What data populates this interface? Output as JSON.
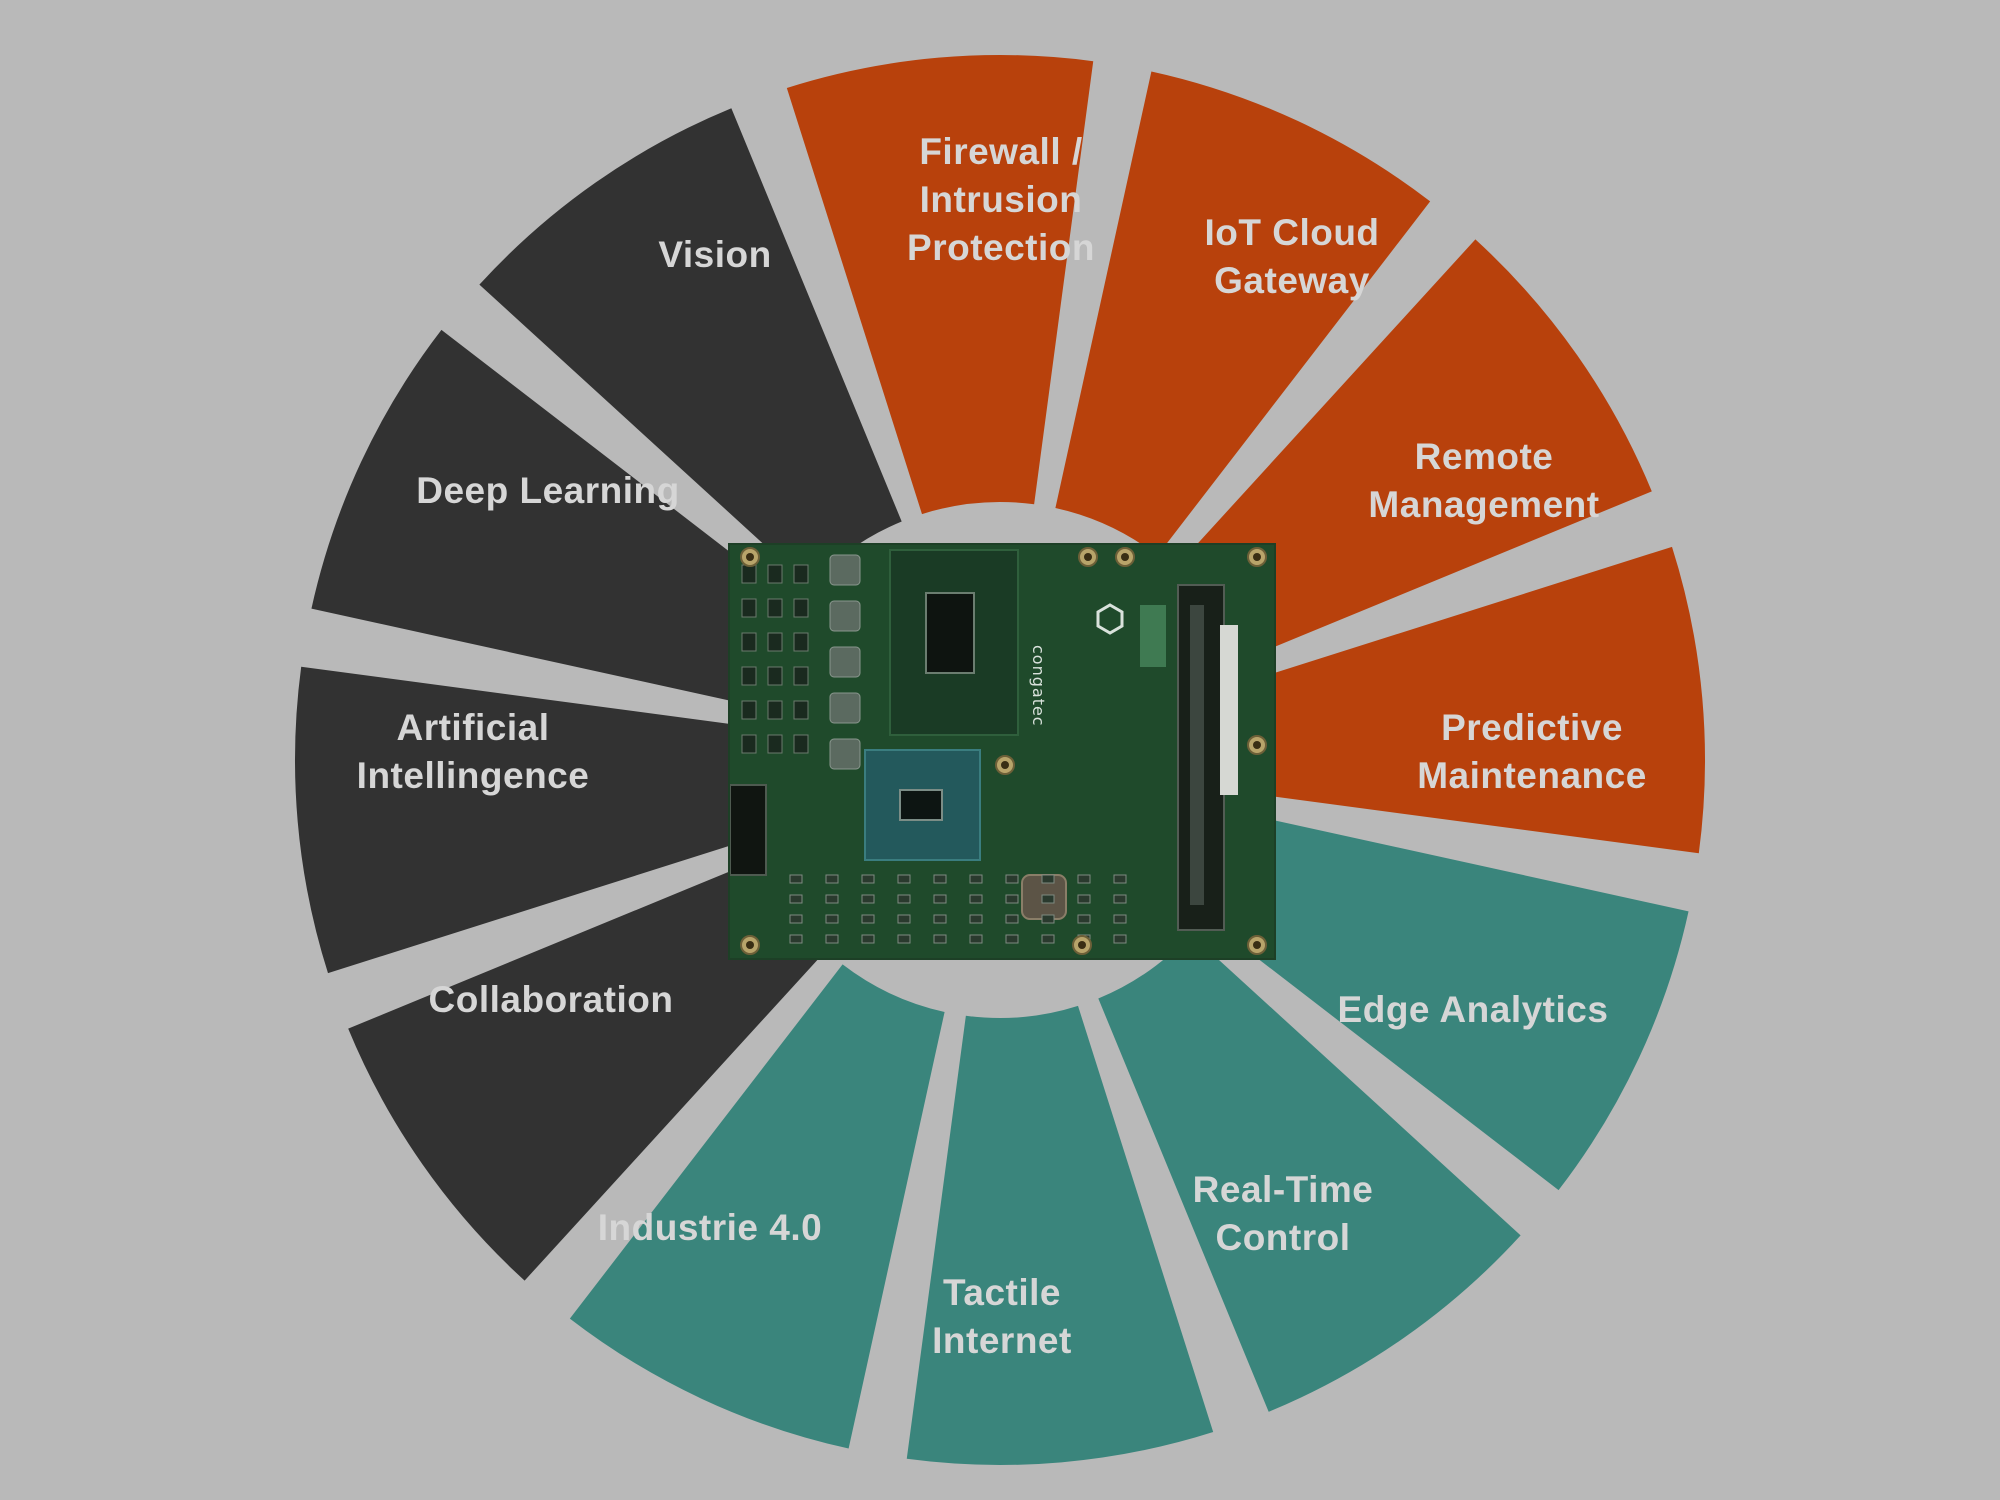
{
  "colors": {
    "background": "#b9b9b9",
    "dark_group": "#323232",
    "orange_group": "#b8410c",
    "teal_group": "#3a857c",
    "label_text": "#d6d6d6"
  },
  "segments": [
    {
      "id": "vision",
      "label": "Vision",
      "group": "dark"
    },
    {
      "id": "firewall",
      "label": "Firewall /\nIntrusion\nProtection",
      "group": "orange"
    },
    {
      "id": "iot-cloud",
      "label": "IoT Cloud\nGateway",
      "group": "orange"
    },
    {
      "id": "remote-management",
      "label": "Remote\nManagement",
      "group": "orange"
    },
    {
      "id": "predictive-maintenance",
      "label": "Predictive\nMaintenance",
      "group": "orange"
    },
    {
      "id": "edge-analytics",
      "label": "Edge Analytics",
      "group": "teal"
    },
    {
      "id": "real-time-control",
      "label": "Real-Time\nControl",
      "group": "teal"
    },
    {
      "id": "tactile-internet",
      "label": "Tactile\nInternet",
      "group": "teal"
    },
    {
      "id": "industrie",
      "label": "Industrie 4.0",
      "group": "teal"
    },
    {
      "id": "collaboration",
      "label": "Collaboration",
      "group": "dark"
    },
    {
      "id": "artificial-intelligence",
      "label": "Artificial\nIntellingence",
      "group": "dark"
    },
    {
      "id": "deep-learning",
      "label": "Deep Learning",
      "group": "dark"
    }
  ],
  "center_module": {
    "brand": "congatec",
    "icon": "computer-on-module-board-image"
  }
}
